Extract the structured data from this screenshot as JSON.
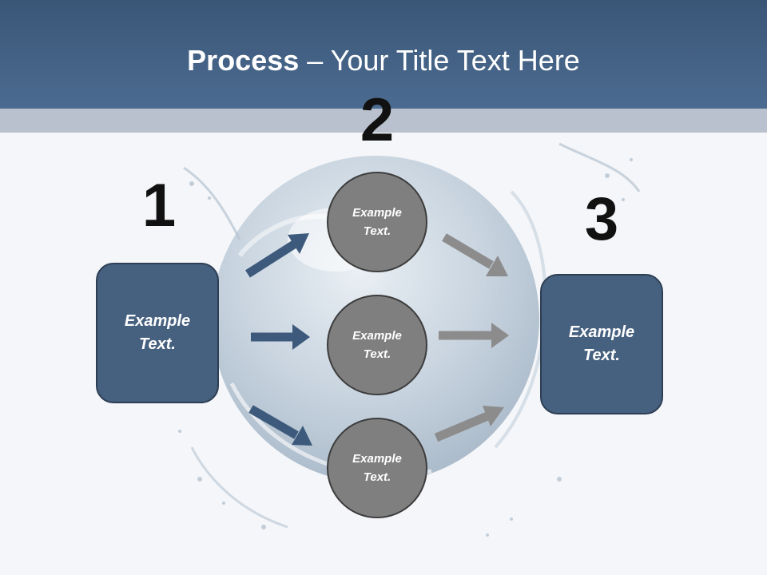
{
  "slide": {
    "title_bold": "Process",
    "title_rest": " – Your Title Text Here"
  },
  "steps": {
    "num_1": "1",
    "num_2": "2",
    "num_3": "3"
  },
  "left_box": {
    "text": "Example\nText."
  },
  "right_box": {
    "text": "Example\nText."
  },
  "circles": [
    {
      "text": "Example\nText."
    },
    {
      "text": "Example\nText."
    },
    {
      "text": "Example\nText."
    }
  ],
  "colors": {
    "header": "#46648a",
    "box_fill": "#46607f",
    "circle_fill": "#7f7f7f",
    "arrow_in": "#3d5a7c",
    "arrow_out": "#8c8c8c"
  },
  "icons": {
    "background": "water-splash-globe"
  }
}
